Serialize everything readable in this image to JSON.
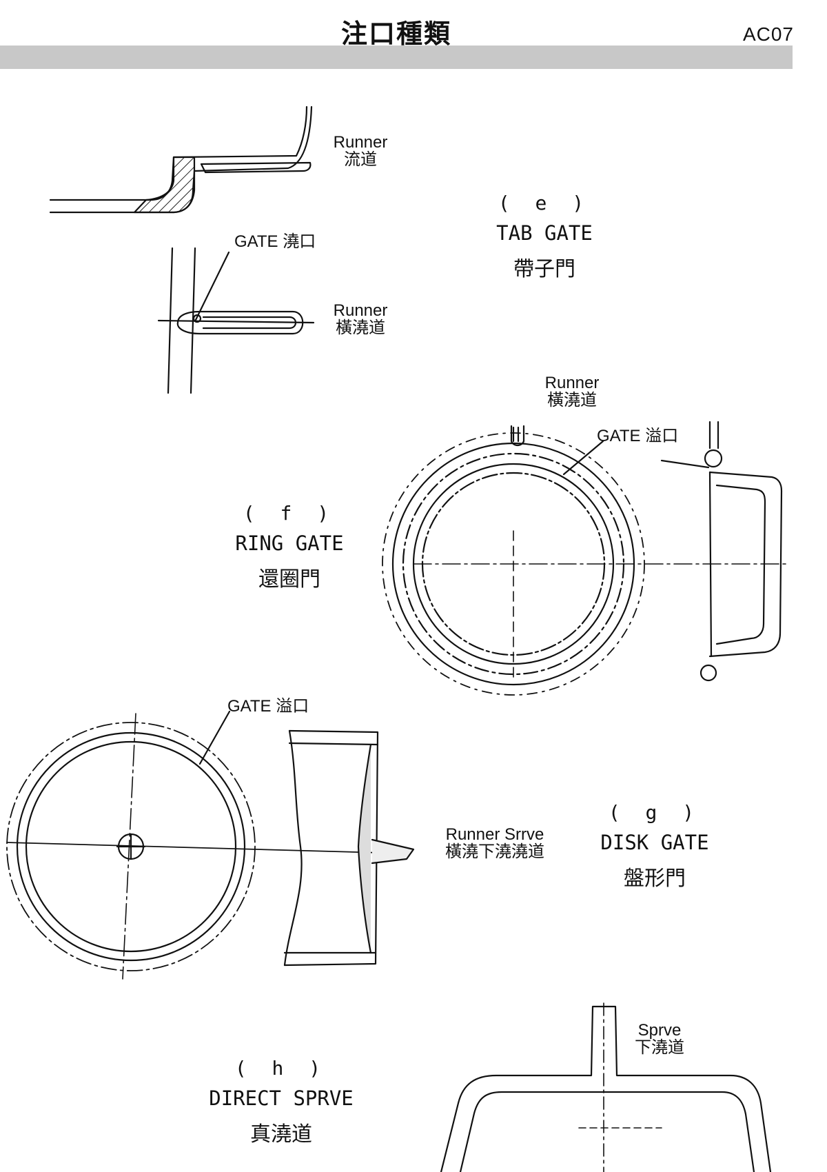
{
  "header": {
    "title": "注口種類",
    "code": "AC07"
  },
  "sections": {
    "e": {
      "id": "( e )",
      "name_en": "TAB GATE",
      "name_zh": "帶子門",
      "labels": {
        "runner_top_en": "Runner",
        "runner_top_zh": "流道",
        "gate": "GATE 澆口",
        "runner_bottom_en": "Runner",
        "runner_bottom_zh": "橫澆道"
      }
    },
    "f": {
      "id": "( f )",
      "name_en": "RING GATE",
      "name_zh": "還圈門",
      "labels": {
        "runner_en": "Runner",
        "runner_zh": "橫澆道",
        "gate": "GATE 溢口"
      }
    },
    "g": {
      "id": "( g )",
      "name_en": "DISK GATE",
      "name_zh": "盤形門",
      "labels": {
        "gate": "GATE 溢口",
        "runner_en": "Runner  Srrve",
        "runner_zh": "橫澆下澆澆道"
      }
    },
    "h": {
      "id": "( h )",
      "name_en": "DIRECT SPRVE",
      "name_zh": "真澆道",
      "labels": {
        "sprue_en": "Sprve",
        "sprue_zh": "下澆道"
      }
    }
  }
}
